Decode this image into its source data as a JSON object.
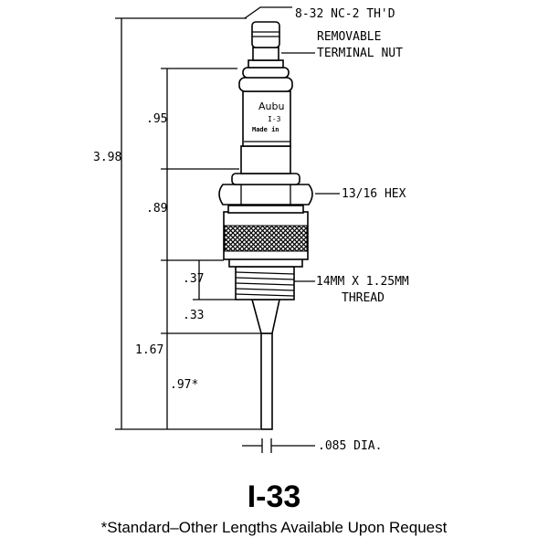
{
  "labels": {
    "thread_top": "8-32 NC-2 TH'D",
    "nut_line1": "REMOVABLE",
    "nut_line2": "TERMINAL NUT",
    "hex": "13/16 HEX",
    "thread_line1": "14MM X 1.25MM",
    "thread_line2": "THREAD",
    "dia": ".085 DIA."
  },
  "dimensions": {
    "overall": "3.98",
    "d1": ".95",
    "d2": ".89",
    "d3": ".37",
    "d4": ".33",
    "d5": "1.67",
    "d6": ".97*"
  },
  "insulator_marking": {
    "line1": "Aubu",
    "line2": "I-3",
    "line3": "Made in"
  },
  "title": "I-33",
  "footnote": "*Standard–Other Lengths Available Upon Request"
}
